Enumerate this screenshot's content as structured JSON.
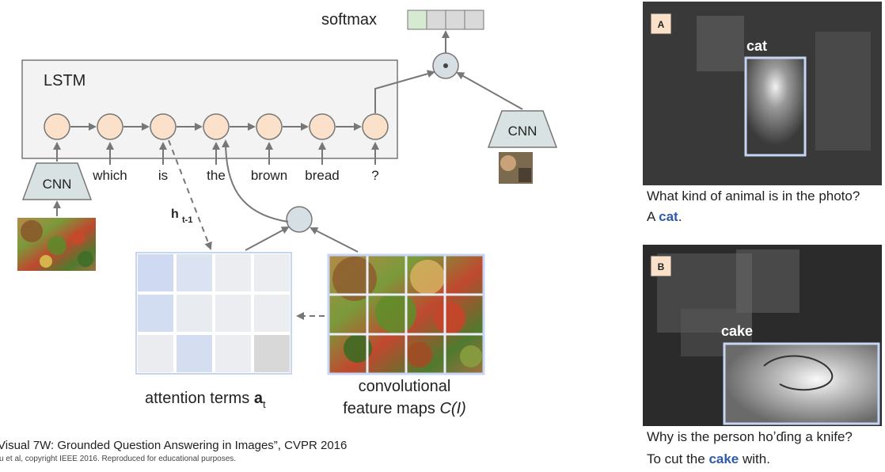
{
  "diagram": {
    "softmax_label": "softmax",
    "lstm_label": "LSTM",
    "cnn_label": "CNN",
    "words": [
      "which",
      "is",
      "the",
      "brown",
      "bread",
      "?"
    ],
    "hidden_state_label": "h",
    "hidden_state_subscript": "t-1",
    "attention_label": "attention terms ",
    "attention_symbol": "a",
    "attention_subscript": "t",
    "conv_label_line1": "convolutional",
    "conv_label_line2": "feature maps ",
    "conv_label_italic": "C(I)",
    "citation_line1": "Visual 7W: Grounded Question Answering in Images”, CVPR 2016",
    "citation_line2": "u et al, copyright IEEE 2016. Reproduced for educational purposes.",
    "attention_grid": [
      [
        0.85,
        0.55,
        0.1,
        0.1
      ],
      [
        0.75,
        0.2,
        0.1,
        0.1
      ],
      [
        0.15,
        0.7,
        0.1,
        0.35
      ]
    ]
  },
  "examples": [
    {
      "badge": "A",
      "object_label": "cat",
      "question": "What kind of animal is in the photo?",
      "answer_prefix": "A ",
      "answer_word": "cat",
      "answer_suffix": "."
    },
    {
      "badge": "B",
      "object_label": "cake",
      "question": "Why is the person hoʼɗing a knife?",
      "answer_prefix": "To cut the ",
      "answer_word": "cake",
      "answer_suffix": " with."
    }
  ],
  "colors": {
    "node_fill": "#fbe1c9",
    "cnn_fill": "#d9e2e2",
    "attention_blue": "#c9d6f2",
    "answer_blue": "#2f5aa8",
    "box_outline": "#c6d5f3"
  }
}
